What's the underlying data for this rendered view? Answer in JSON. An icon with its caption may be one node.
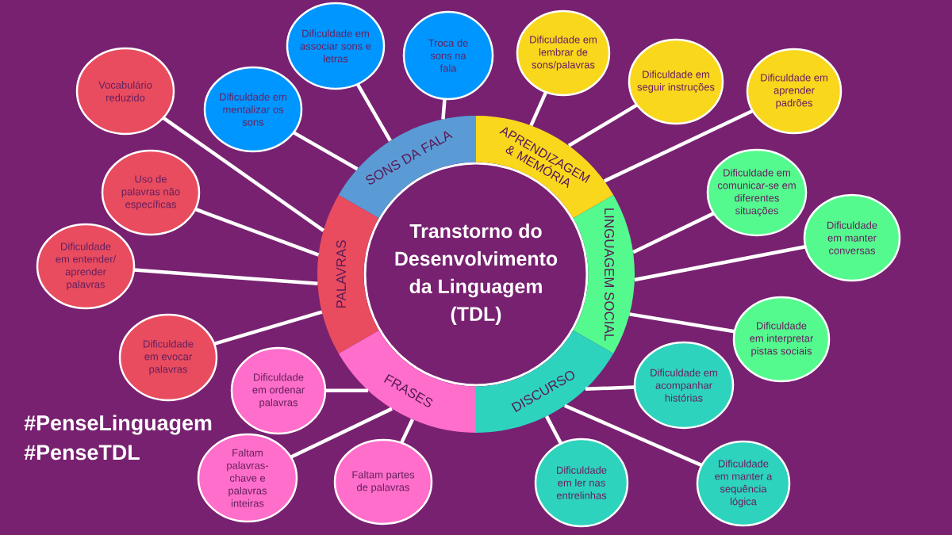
{
  "diagram": {
    "nodes": [
      {
        "text": [
          "Transtorno do Desenvolvimento da Linguagem (TDL)"
        ]
      },
      {
        "text": [
          "SONS DA FALA"
        ]
      },
      {
        "text": [
          "APRENDIZAGEM & MEMÓRIA"
        ]
      },
      {
        "text": [
          "LINGUAGEM SOCIAL"
        ]
      },
      {
        "text": [
          "DISCURSO"
        ]
      },
      {
        "text": [
          "FRASES"
        ]
      },
      {
        "text": [
          "PALAVRAS"
        ]
      },
      {
        "text": [
          "Dificuldade em mentalizar os sons"
        ]
      },
      {
        "text": [
          "Dificuldade em associar sons e letras"
        ]
      },
      {
        "text": [
          "Troca de sons na fala"
        ]
      },
      {
        "text": [
          "Dificuldade em lembrar de sons/palavras"
        ]
      },
      {
        "text": [
          "Dificuldade em seguir instruções"
        ]
      },
      {
        "text": [
          "Dificuldade em aprender padrões"
        ]
      },
      {
        "text": [
          "Dificuldade em comunicar-se em diferentes situações"
        ]
      },
      {
        "text": [
          "Dificuldade em manter conversas"
        ]
      },
      {
        "text": [
          "Dificuldade em interpretar pistas sociais"
        ]
      },
      {
        "text": [
          "Dificuldade em acompanhar histórias"
        ]
      },
      {
        "text": [
          "Dificuldade em manter a sequência lógica"
        ]
      },
      {
        "text": [
          "Dificuldade em ler nas entrelinhas"
        ]
      },
      {
        "text": [
          "Dificuldade em ordenar palavras"
        ]
      },
      {
        "text": [
          "Faltam partes de palavras"
        ]
      },
      {
        "text": [
          "Faltam palavras-chave e palavras inteiras"
        ]
      },
      {
        "text": [
          "Dificuldade em evocar palavras"
        ]
      },
      {
        "text": [
          "Dificuldade em entender/ aprender palavras"
        ]
      },
      {
        "text": [
          "Uso de palavras não específicas"
        ]
      },
      {
        "text": [
          "Vocabulário reduzido"
        ]
      }
    ],
    "edges": [
      {
        "from": 1,
        "to": 7,
        "arrow": "none"
      },
      {
        "from": 1,
        "to": 8,
        "arrow": "none"
      },
      {
        "from": 1,
        "to": 9,
        "arrow": "none"
      },
      {
        "from": 2,
        "to": 10,
        "arrow": "none"
      },
      {
        "from": 2,
        "to": 11,
        "arrow": "none"
      },
      {
        "from": 2,
        "to": 12,
        "arrow": "none"
      },
      {
        "from": 3,
        "to": 13,
        "arrow": "none"
      },
      {
        "from": 3,
        "to": 14,
        "arrow": "none"
      },
      {
        "from": 3,
        "to": 15,
        "arrow": "none"
      },
      {
        "from": 4,
        "to": 16,
        "arrow": "none"
      },
      {
        "from": 4,
        "to": 17,
        "arrow": "none"
      },
      {
        "from": 4,
        "to": 18,
        "arrow": "none"
      },
      {
        "from": 5,
        "to": 19,
        "arrow": "none"
      },
      {
        "from": 5,
        "to": 20,
        "arrow": "none"
      },
      {
        "from": 5,
        "to": 21,
        "arrow": "none"
      },
      {
        "from": 6,
        "to": 22,
        "arrow": "none"
      },
      {
        "from": 6,
        "to": 23,
        "arrow": "none"
      },
      {
        "from": 6,
        "to": 24,
        "arrow": "none"
      },
      {
        "from": 6,
        "to": 25,
        "arrow": "none"
      }
    ],
    "labels": [
      "#PenseLinguagem",
      "#PenseTDL"
    ]
  }
}
